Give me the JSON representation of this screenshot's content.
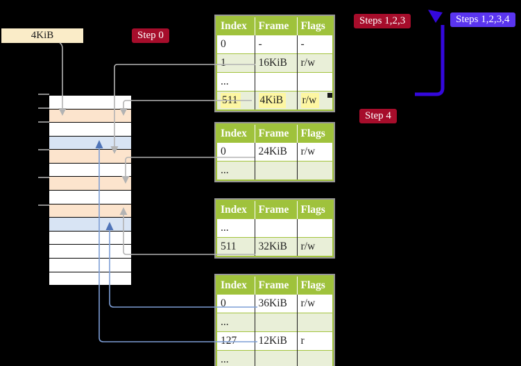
{
  "frame_label": {
    "text": "4KiB"
  },
  "badges": {
    "step0": {
      "text": "Step 0"
    },
    "steps123": {
      "text": "Steps 1,2,3"
    },
    "steps1234": {
      "text": "Steps 1,2,3,4"
    },
    "step4": {
      "text": "Step 4"
    }
  },
  "tables": [
    {
      "name": "page-table-1",
      "columns": [
        "Index",
        "Frame",
        "Flags"
      ],
      "rows": [
        {
          "index": "0",
          "frame": "-",
          "flags": "-",
          "shade": "white",
          "highlight": false
        },
        {
          "index": "1",
          "frame": "16KiB",
          "flags": "r/w",
          "shade": "green",
          "highlight": false
        },
        {
          "index": "...",
          "frame": "",
          "flags": "",
          "shade": "white",
          "highlight": false
        },
        {
          "index": "511",
          "frame": "4KiB",
          "flags": "r/w",
          "shade": "green",
          "highlight": true
        }
      ]
    },
    {
      "name": "page-table-2",
      "columns": [
        "Index",
        "Frame",
        "Flags"
      ],
      "rows": [
        {
          "index": "0",
          "frame": "24KiB",
          "flags": "r/w",
          "shade": "white",
          "highlight": false
        },
        {
          "index": "...",
          "frame": "",
          "flags": "",
          "shade": "green",
          "highlight": false
        }
      ]
    },
    {
      "name": "page-table-3",
      "columns": [
        "Index",
        "Frame",
        "Flags"
      ],
      "rows": [
        {
          "index": "...",
          "frame": "",
          "flags": "",
          "shade": "white",
          "highlight": false
        },
        {
          "index": "511",
          "frame": "32KiB",
          "flags": "r/w",
          "shade": "green",
          "highlight": false
        }
      ]
    },
    {
      "name": "page-table-4",
      "columns": [
        "Index",
        "Frame",
        "Flags"
      ],
      "rows": [
        {
          "index": "0",
          "frame": "36KiB",
          "flags": "r/w",
          "shade": "white",
          "highlight": false
        },
        {
          "index": "...",
          "frame": "",
          "flags": "",
          "shade": "green",
          "highlight": false
        },
        {
          "index": "127",
          "frame": "12KiB",
          "flags": "r",
          "shade": "white",
          "highlight": false
        },
        {
          "index": "...",
          "frame": "",
          "flags": "",
          "shade": "green",
          "highlight": false
        }
      ]
    }
  ],
  "memory_strip": {
    "rows": [
      "white",
      "peach",
      "white",
      "blue",
      "peach",
      "white",
      "peach",
      "white",
      "peach",
      "blue",
      "white",
      "white",
      "white",
      "white"
    ]
  },
  "colors": {
    "green-header": "#9fc23c",
    "green-border": "#a2c33c",
    "green-row": "#e9efd8",
    "yellow": "#fdf6a2",
    "peach": "#fce4cd",
    "lightblue": "#d8e4f4",
    "cream": "#faecc8",
    "red": "#a60d2b",
    "violet": "#5a35f0",
    "blue-arrow": "#3408dc",
    "steel": "#7d9ed6",
    "steel-dark": "#4f74b8",
    "gray-arrow": "#b3b3b3"
  }
}
